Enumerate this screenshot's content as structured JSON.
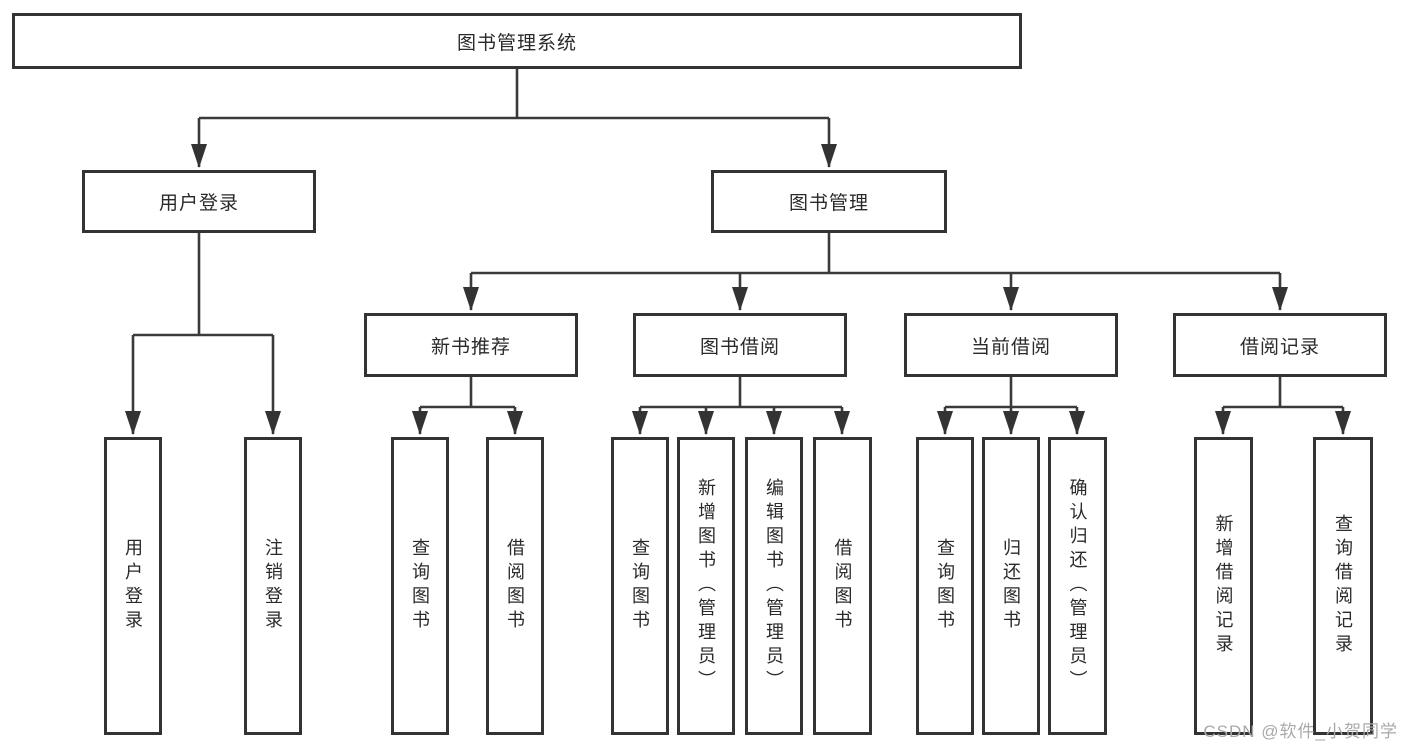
{
  "tree": {
    "label": "图书管理系统",
    "children": [
      {
        "label": "用户登录",
        "children": [
          {
            "label": "用户登录"
          },
          {
            "label": "注销登录"
          }
        ]
      },
      {
        "label": "图书管理",
        "children": [
          {
            "label": "新书推荐",
            "children": [
              {
                "label": "查询图书"
              },
              {
                "label": "借阅图书"
              }
            ]
          },
          {
            "label": "图书借阅",
            "children": [
              {
                "label": "查询图书"
              },
              {
                "label": "新增图书（管理员）"
              },
              {
                "label": "编辑图书（管理员）"
              },
              {
                "label": "借阅图书"
              }
            ]
          },
          {
            "label": "当前借阅",
            "children": [
              {
                "label": "查询图书"
              },
              {
                "label": "归还图书"
              },
              {
                "label": "确认归还（管理员）"
              }
            ]
          },
          {
            "label": "借阅记录",
            "children": [
              {
                "label": "新增借阅记录"
              },
              {
                "label": "查询借阅记录"
              }
            ]
          }
        ]
      }
    ]
  },
  "watermark": {
    "text": "CSDN @软件_小贺同学"
  },
  "colors": {
    "line": "#3a3a3a",
    "box_border": "#333333",
    "box_background": "#ffffff",
    "text": "#2a2a2a",
    "watermark_text": "#a9a9a9"
  }
}
